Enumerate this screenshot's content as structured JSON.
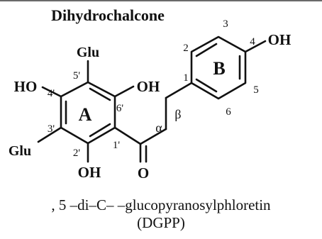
{
  "title": "Dihydrochalcone",
  "substituents": {
    "oh_4prime": "HO",
    "oh_6prime": "OH",
    "oh_2prime": "OH",
    "oh_4": "OH",
    "glu_5prime": "Glu",
    "glu_3prime": "Glu",
    "carbonyl_o": "O"
  },
  "ring_labels": {
    "a": "A",
    "b": "B"
  },
  "position_labels": {
    "p5prime": "5'",
    "p4prime": "4'",
    "p6prime": "6'",
    "p3prime": "3'",
    "p2prime": "2'",
    "p1prime": "1'",
    "p1": "1",
    "p2": "2",
    "p3": "3",
    "p4": "4",
    "p5": "5",
    "p6": "6"
  },
  "chain_labels": {
    "alpha": "α",
    "beta": "β"
  },
  "caption": {
    "line1": ", 5 –di–C– –glucopyranosylphloretin",
    "line2": "(DGPP)"
  },
  "colors": {
    "ink": "#111111",
    "background": "#ffffff"
  }
}
